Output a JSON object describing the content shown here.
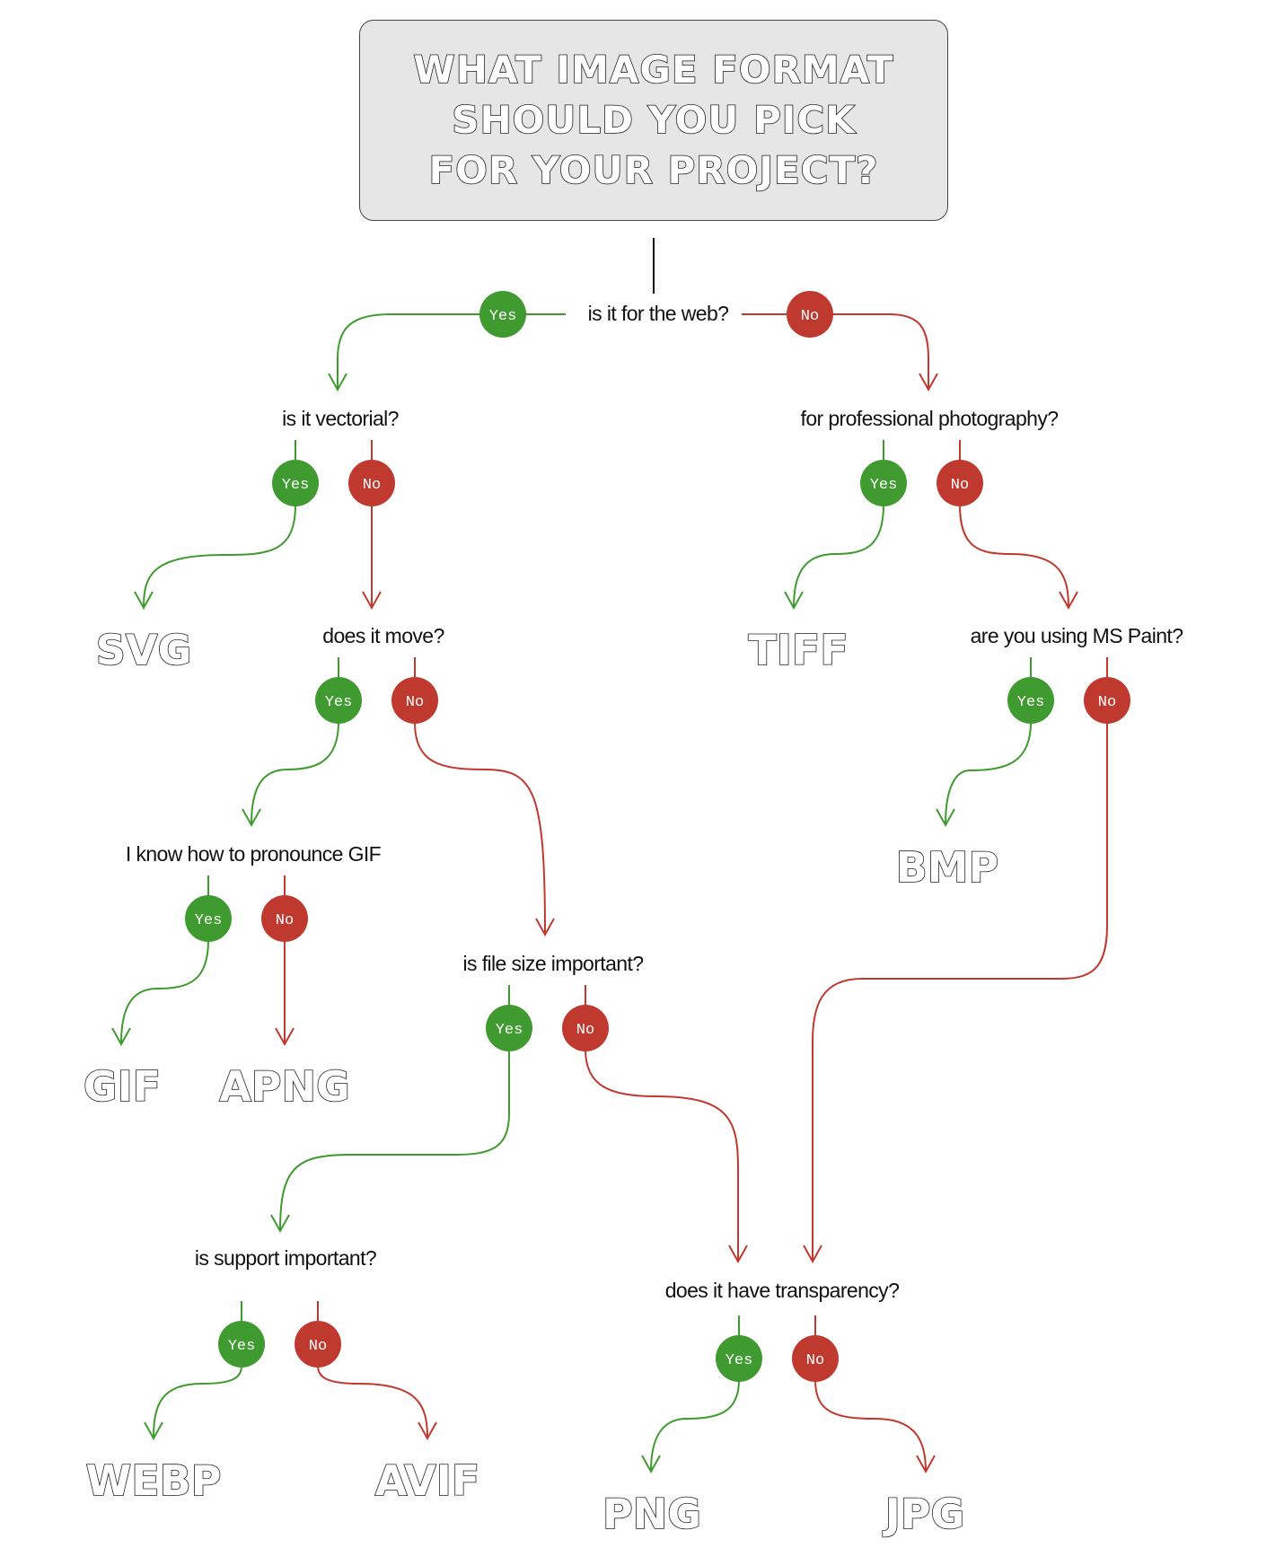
{
  "title": {
    "lines": [
      "WHAT IMAGE FORMAT",
      "SHOULD YOU PICK",
      "FOR YOUR PROJECT?"
    ]
  },
  "badges": {
    "yes": "Yes",
    "no": "No"
  },
  "questions": {
    "web": "is it for the web?",
    "vectorial": "is it vectorial?",
    "pro_photo": "for professional photography?",
    "move": "does it move?",
    "ms_paint": "are you using MS Paint?",
    "gif_pronounce": "I know how to pronounce GIF",
    "file_size": "is file size important?",
    "support": "is support important?",
    "transparency": "does it have transparency?"
  },
  "formats": {
    "svg": "SVG",
    "tiff": "TIFF",
    "bmp": "BMP",
    "gif": "GIF",
    "apng": "APNG",
    "webp": "WEBP",
    "avif": "AVIF",
    "png": "PNG",
    "jpg": "JPG"
  },
  "colors": {
    "yes": "#3f9a2f",
    "no": "#c0392f",
    "line": "#111111",
    "title_bg": "#e6e6e6"
  }
}
